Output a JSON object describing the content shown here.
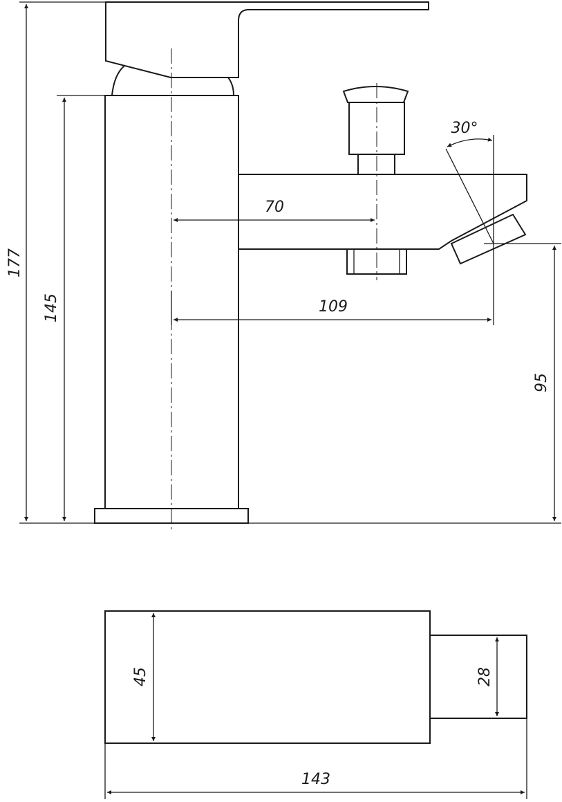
{
  "drawing": {
    "front_view": {
      "dims": {
        "total_height": "177",
        "body_height": "145",
        "spout_axis_to_diverter": "70",
        "spout_reach": "109",
        "spout_height": "95",
        "spout_angle": "30°"
      }
    },
    "top_view": {
      "dims": {
        "body_depth": "45",
        "spout_width": "28",
        "overall_length": "143"
      }
    }
  }
}
